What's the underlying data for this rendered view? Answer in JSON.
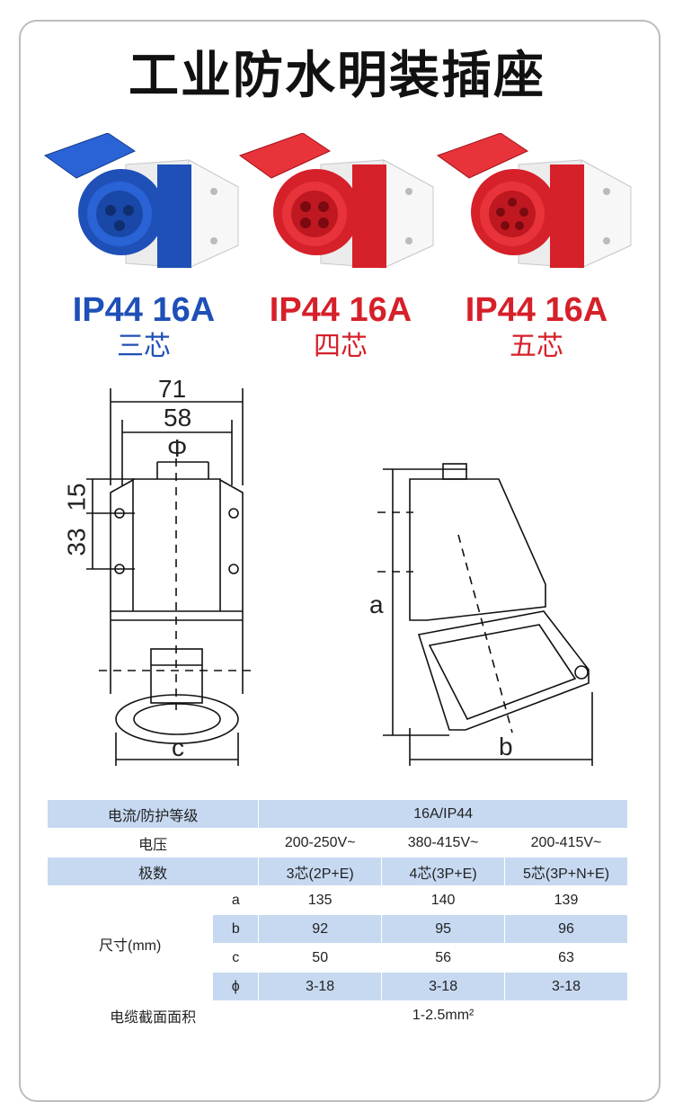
{
  "title": "工业防水明装插座",
  "colors": {
    "blue": "#1f50b8",
    "red": "#d6202a",
    "table_blue": "#c6d9f1"
  },
  "products": [
    {
      "rating": "IP44 16A",
      "cores": "三芯",
      "color": "#1f50b8"
    },
    {
      "rating": "IP44 16A",
      "cores": "四芯",
      "color": "#d6202a"
    },
    {
      "rating": "IP44 16A",
      "cores": "五芯",
      "color": "#d6202a"
    }
  ],
  "drawing": {
    "width_71": "71",
    "width_58": "58",
    "phi": "Φ",
    "v15": "15",
    "v33": "33",
    "label_a": "a",
    "label_b": "b",
    "label_c": "c"
  },
  "table": {
    "row_current_label": "电流/防护等级",
    "row_current_value": "16A/IP44",
    "row_voltage_label": "电压",
    "voltages": [
      "200-250V~",
      "380-415V~",
      "200-415V~"
    ],
    "row_poles_label": "极数",
    "poles": [
      "3芯(2P+E)",
      "4芯(3P+E)",
      "5芯(3P+N+E)"
    ],
    "row_size_label": "尺寸(mm)",
    "size_rows": [
      {
        "key": "a",
        "values": [
          "135",
          "140",
          "139"
        ]
      },
      {
        "key": "b",
        "values": [
          "92",
          "95",
          "96"
        ]
      },
      {
        "key": "c",
        "values": [
          "50",
          "56",
          "63"
        ]
      },
      {
        "key": "ϕ",
        "values": [
          "3-18",
          "3-18",
          "3-18"
        ]
      }
    ],
    "row_cable_label": "电缆截面面积",
    "row_cable_value": "1-2.5mm²"
  }
}
